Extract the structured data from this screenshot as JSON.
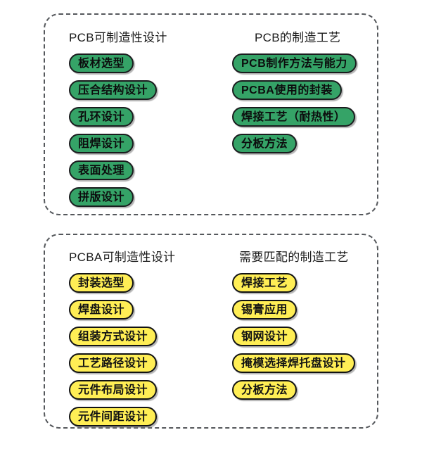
{
  "diagram": {
    "title_text_present": false,
    "colors": {
      "green_pill_fill": "#35a367",
      "yellow_pill_fill": "#ffee55",
      "pill_border": "#17181a",
      "group_border": "#55585c",
      "background": "#ffffff",
      "text": "#111213"
    },
    "groups": [
      {
        "id": "pcb",
        "columns": [
          {
            "id": "pcb-dfm",
            "heading": "PCB可制造性设计",
            "pill_style": "green",
            "items": [
              "板材选型",
              "压合结构设计",
              "孔环设计",
              "阻焊设计",
              "表面处理",
              "拼版设计"
            ]
          },
          {
            "id": "pcb-process",
            "heading": "PCB的制造工艺",
            "pill_style": "green",
            "items": [
              "PCB制作方法与能力",
              "PCBA使用的封装",
              "焊接工艺（耐热性）",
              "分板方法"
            ]
          }
        ]
      },
      {
        "id": "pcba",
        "columns": [
          {
            "id": "pcba-dfm",
            "heading": "PCBA可制造性设计",
            "pill_style": "yellow",
            "items": [
              "封装选型",
              "焊盘设计",
              "组装方式设计",
              "工艺路径设计",
              "元件布局设计",
              "元件间距设计"
            ]
          },
          {
            "id": "pcba-process",
            "heading": "需要匹配的制造工艺",
            "pill_style": "yellow",
            "items": [
              "焊接工艺",
              "锡膏应用",
              "钢网设计",
              "掩模选择焊托盘设计",
              "分板方法"
            ]
          }
        ]
      }
    ]
  }
}
